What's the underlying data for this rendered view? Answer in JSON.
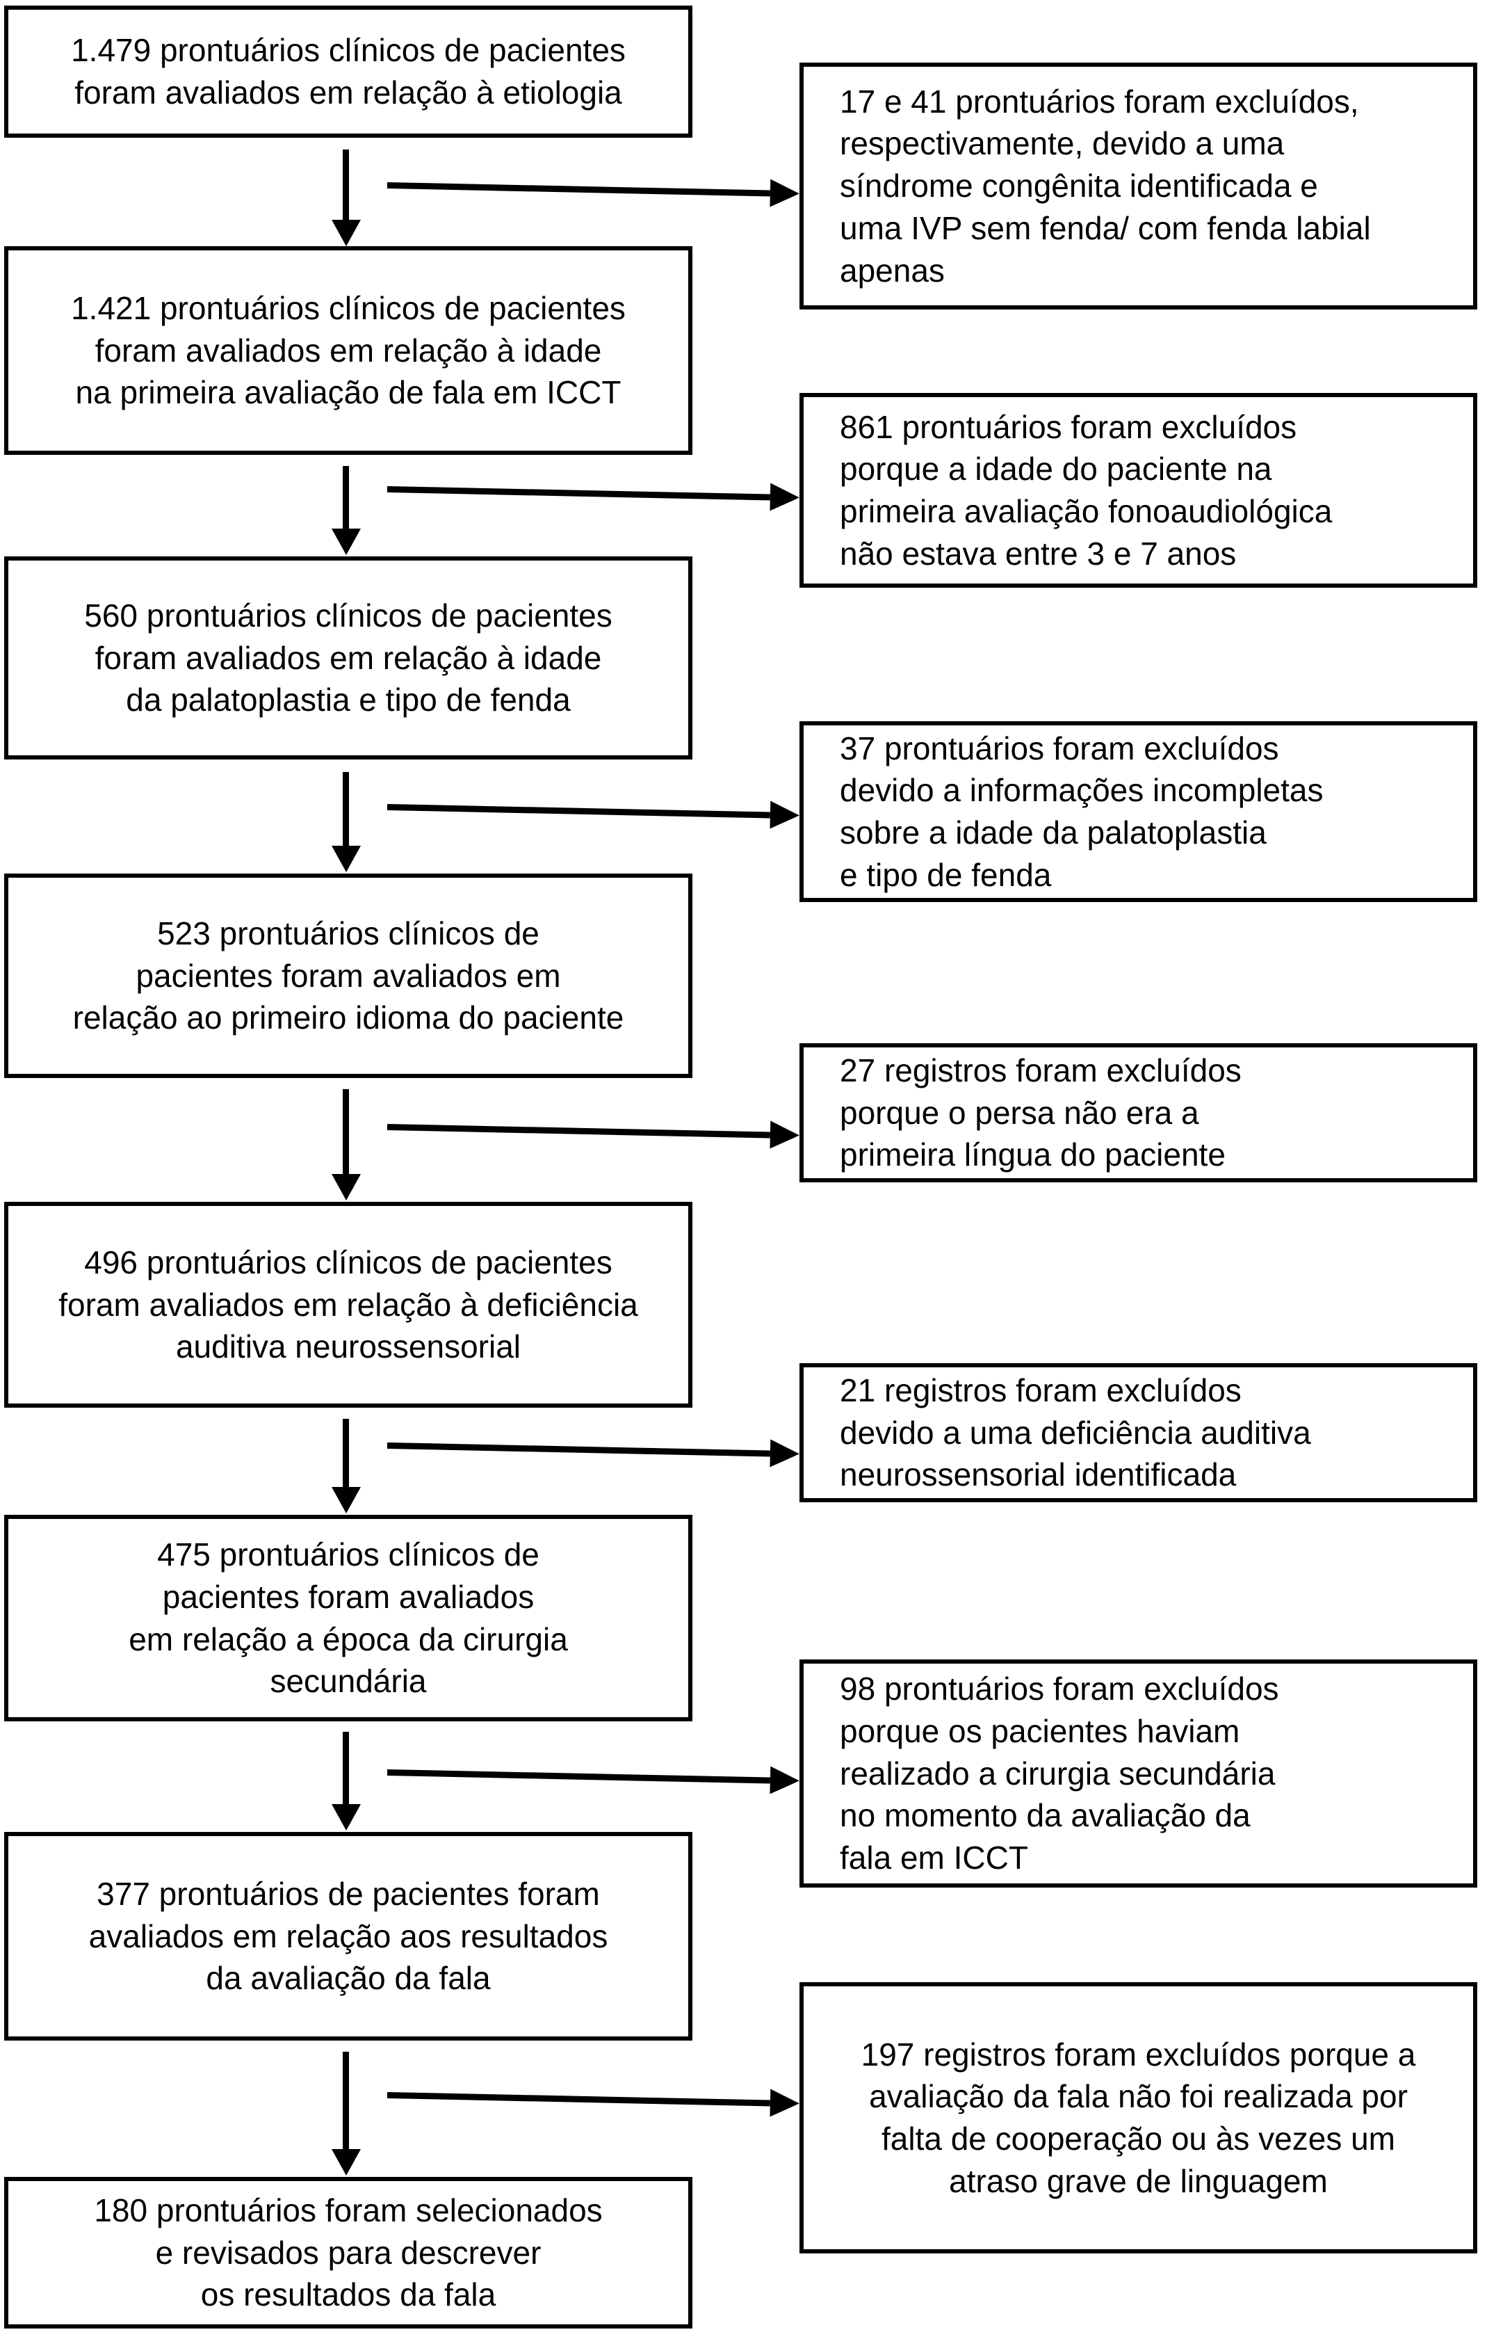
{
  "flowchart": {
    "left_boxes": [
      {
        "text": "1.479 prontuários clínicos de pacientes\nforam avaliados em relação à etiologia"
      },
      {
        "text": "1.421 prontuários clínicos de pacientes\nforam avaliados em relação à idade\nna primeira avaliação de fala em ICCT"
      },
      {
        "text": "560 prontuários clínicos de pacientes\nforam avaliados em relação à idade\nda palatoplastia e tipo de fenda"
      },
      {
        "text": "523 prontuários clínicos de\npacientes foram avaliados em\nrelação ao primeiro idioma do paciente"
      },
      {
        "text": "496 prontuários clínicos de pacientes\nforam avaliados em relação à deficiência\nauditiva neurossensorial"
      },
      {
        "text": "475 prontuários clínicos de\npacientes foram avaliados\nem relação a época da cirurgia\nsecundária"
      },
      {
        "text": "377 prontuários de pacientes foram\navaliados em relação aos resultados\nda avaliação da fala"
      },
      {
        "text": "180 prontuários foram selecionados\ne revisados para descrever\nos resultados da fala"
      }
    ],
    "right_boxes": [
      {
        "text": "17 e 41 prontuários foram excluídos,\nrespectivamente, devido a uma\nsíndrome congênita identificada e\numa IVP sem fenda/ com fenda labial\napenas"
      },
      {
        "text": "861 prontuários foram excluídos\nporque a idade do paciente na\nprimeira avaliação fonoaudiológica\nnão estava entre 3 e 7 anos"
      },
      {
        "text": "37 prontuários foram excluídos\ndevido a informações incompletas\nsobre a idade da palatoplastia\ne tipo de fenda"
      },
      {
        "text": "27 registros foram excluídos\nporque o persa não era a\nprimeira língua do paciente"
      },
      {
        "text": "21 registros foram excluídos\ndevido a uma deficiência auditiva\nneurossensorial identificada"
      },
      {
        "text": "98 prontuários foram excluídos\nporque os pacientes haviam\nrealizado a cirurgia secundária\nno momento da avaliação da\nfala em ICCT"
      },
      {
        "text": "197 registros foram excluídos porque a\navaliação da fala não foi realizada por\nfalta de cooperação ou às vezes um\natraso grave de linguagem"
      }
    ],
    "colors": {
      "box_border": "#000000",
      "box_background": "#ffffff",
      "arrow": "#000000",
      "page_background": "#ffffff"
    }
  }
}
